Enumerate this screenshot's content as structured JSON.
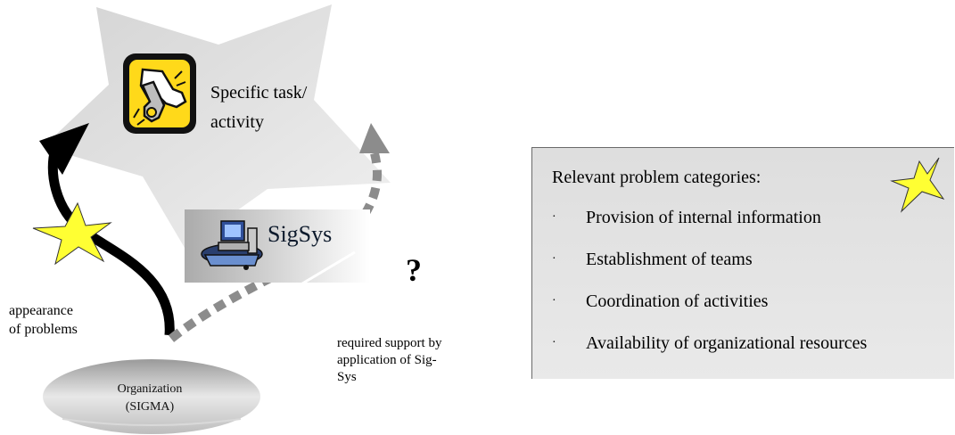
{
  "task": {
    "line1": "Specific task/",
    "line2": "activity",
    "icon": "wrench-hand-icon"
  },
  "sigsys": {
    "label": "SigSys",
    "icon": "computer-workstation-icon"
  },
  "question_mark": "?",
  "problems_label": {
    "line1": "appearance",
    "line2": "of problems"
  },
  "support_label": {
    "line1": "required support by",
    "line2": "application of Sig-",
    "line3": "Sys"
  },
  "organization": {
    "line1": "Organization",
    "line2": "(SIGMA)"
  },
  "categories": {
    "title": "Relevant problem categories:",
    "bullet": "·",
    "items": [
      "Provision of internal information",
      "Establishment of teams",
      "Coordination of activities",
      "Availability of organizational resources"
    ]
  },
  "colors": {
    "star_fill": "#ffff33",
    "arrow_black": "#000000",
    "arrow_dashed": "#8c8c8c",
    "panel_gray": "#e2e2e2",
    "icon_yellow": "#ffd91a"
  }
}
